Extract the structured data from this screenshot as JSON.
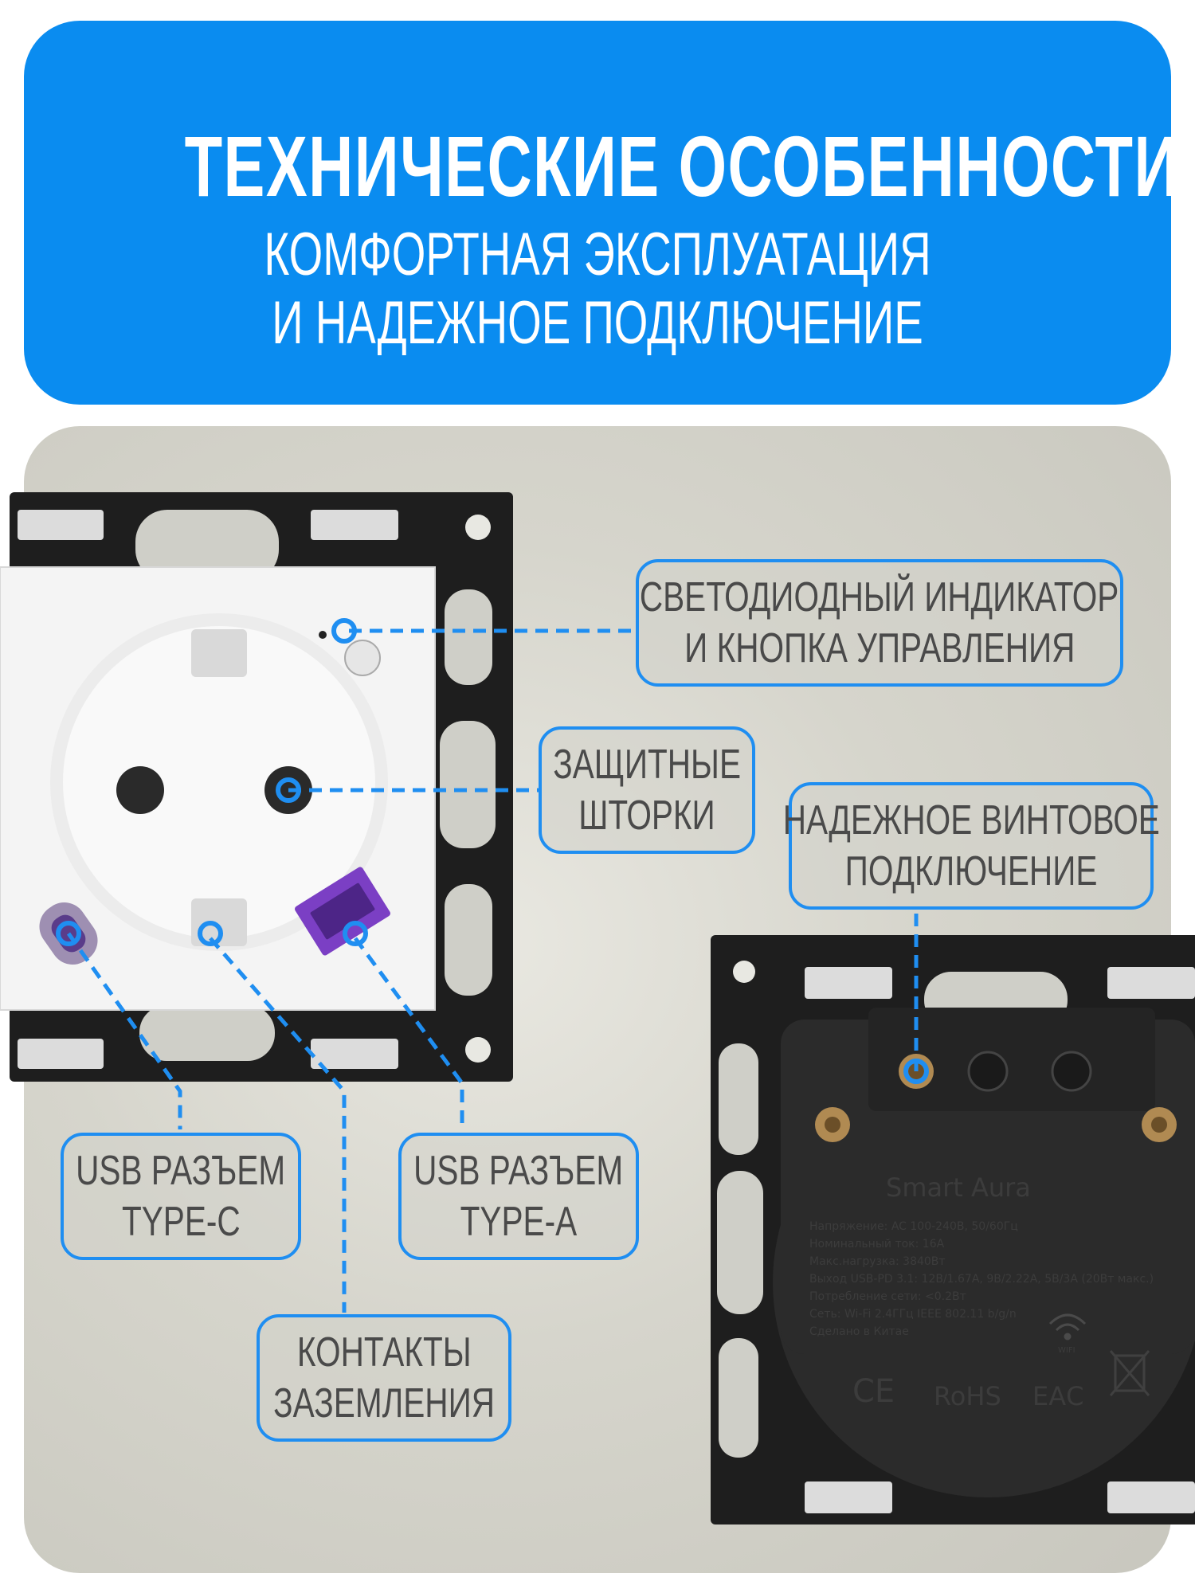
{
  "header": {
    "title": "ТЕХНИЧЕСКИЕ ОСОБЕННОСТИ",
    "subtitle_line1": "КОМФОРТНАЯ ЭКСПЛУАТАЦИЯ",
    "subtitle_line2": "И НАДЕЖНОЕ ПОДКЛЮЧЕНИЕ"
  },
  "callouts": {
    "led": {
      "line1": "СВЕТОДИОДНЫЙ ИНДИКАТОР",
      "line2": "И КНОПКА УПРАВЛЕНИЯ"
    },
    "shutters": {
      "line1": "ЗАЩИТНЫЕ",
      "line2": "ШТОРКИ"
    },
    "screw": {
      "line1": "НАДЕЖНОЕ ВИНТОВОЕ",
      "line2": "ПОДКЛЮЧЕНИЕ"
    },
    "usb_c": {
      "line1": "USB РАЗЪЕМ",
      "line2": "TYPE-C"
    },
    "usb_a": {
      "line1": "USB РАЗЪЕМ",
      "line2": "TYPE-A"
    },
    "ground": {
      "line1": "КОНТАКТЫ",
      "line2": "ЗАЗЕМЛЕНИЯ"
    }
  },
  "product_label": {
    "brand": "Smart Aura",
    "specs": [
      "Напряжение: AC 100-240В, 50/60Гц",
      "Номинальный ток: 16А",
      "Макс.нагрузка: 3840Вт",
      "Выход USB-PD 3.1: 12В/1.67А, 9В/2.22А, 5В/3А (20Вт макс.)",
      "Потребление сети: <0.2Вт",
      "Сеть: Wi-Fi 2.4ГГц IEEE 802.11 b/g/n",
      "Сделано в Китае"
    ],
    "wifi_caption": "WIFI",
    "marks": [
      "CE",
      "RoHS",
      "ЕАС"
    ]
  },
  "colors": {
    "header_blue": "#0a8cf0",
    "callout_border": "#1f8ef1",
    "frame_black": "#1e1e1e",
    "usb_purple": "#7b3fc4"
  }
}
